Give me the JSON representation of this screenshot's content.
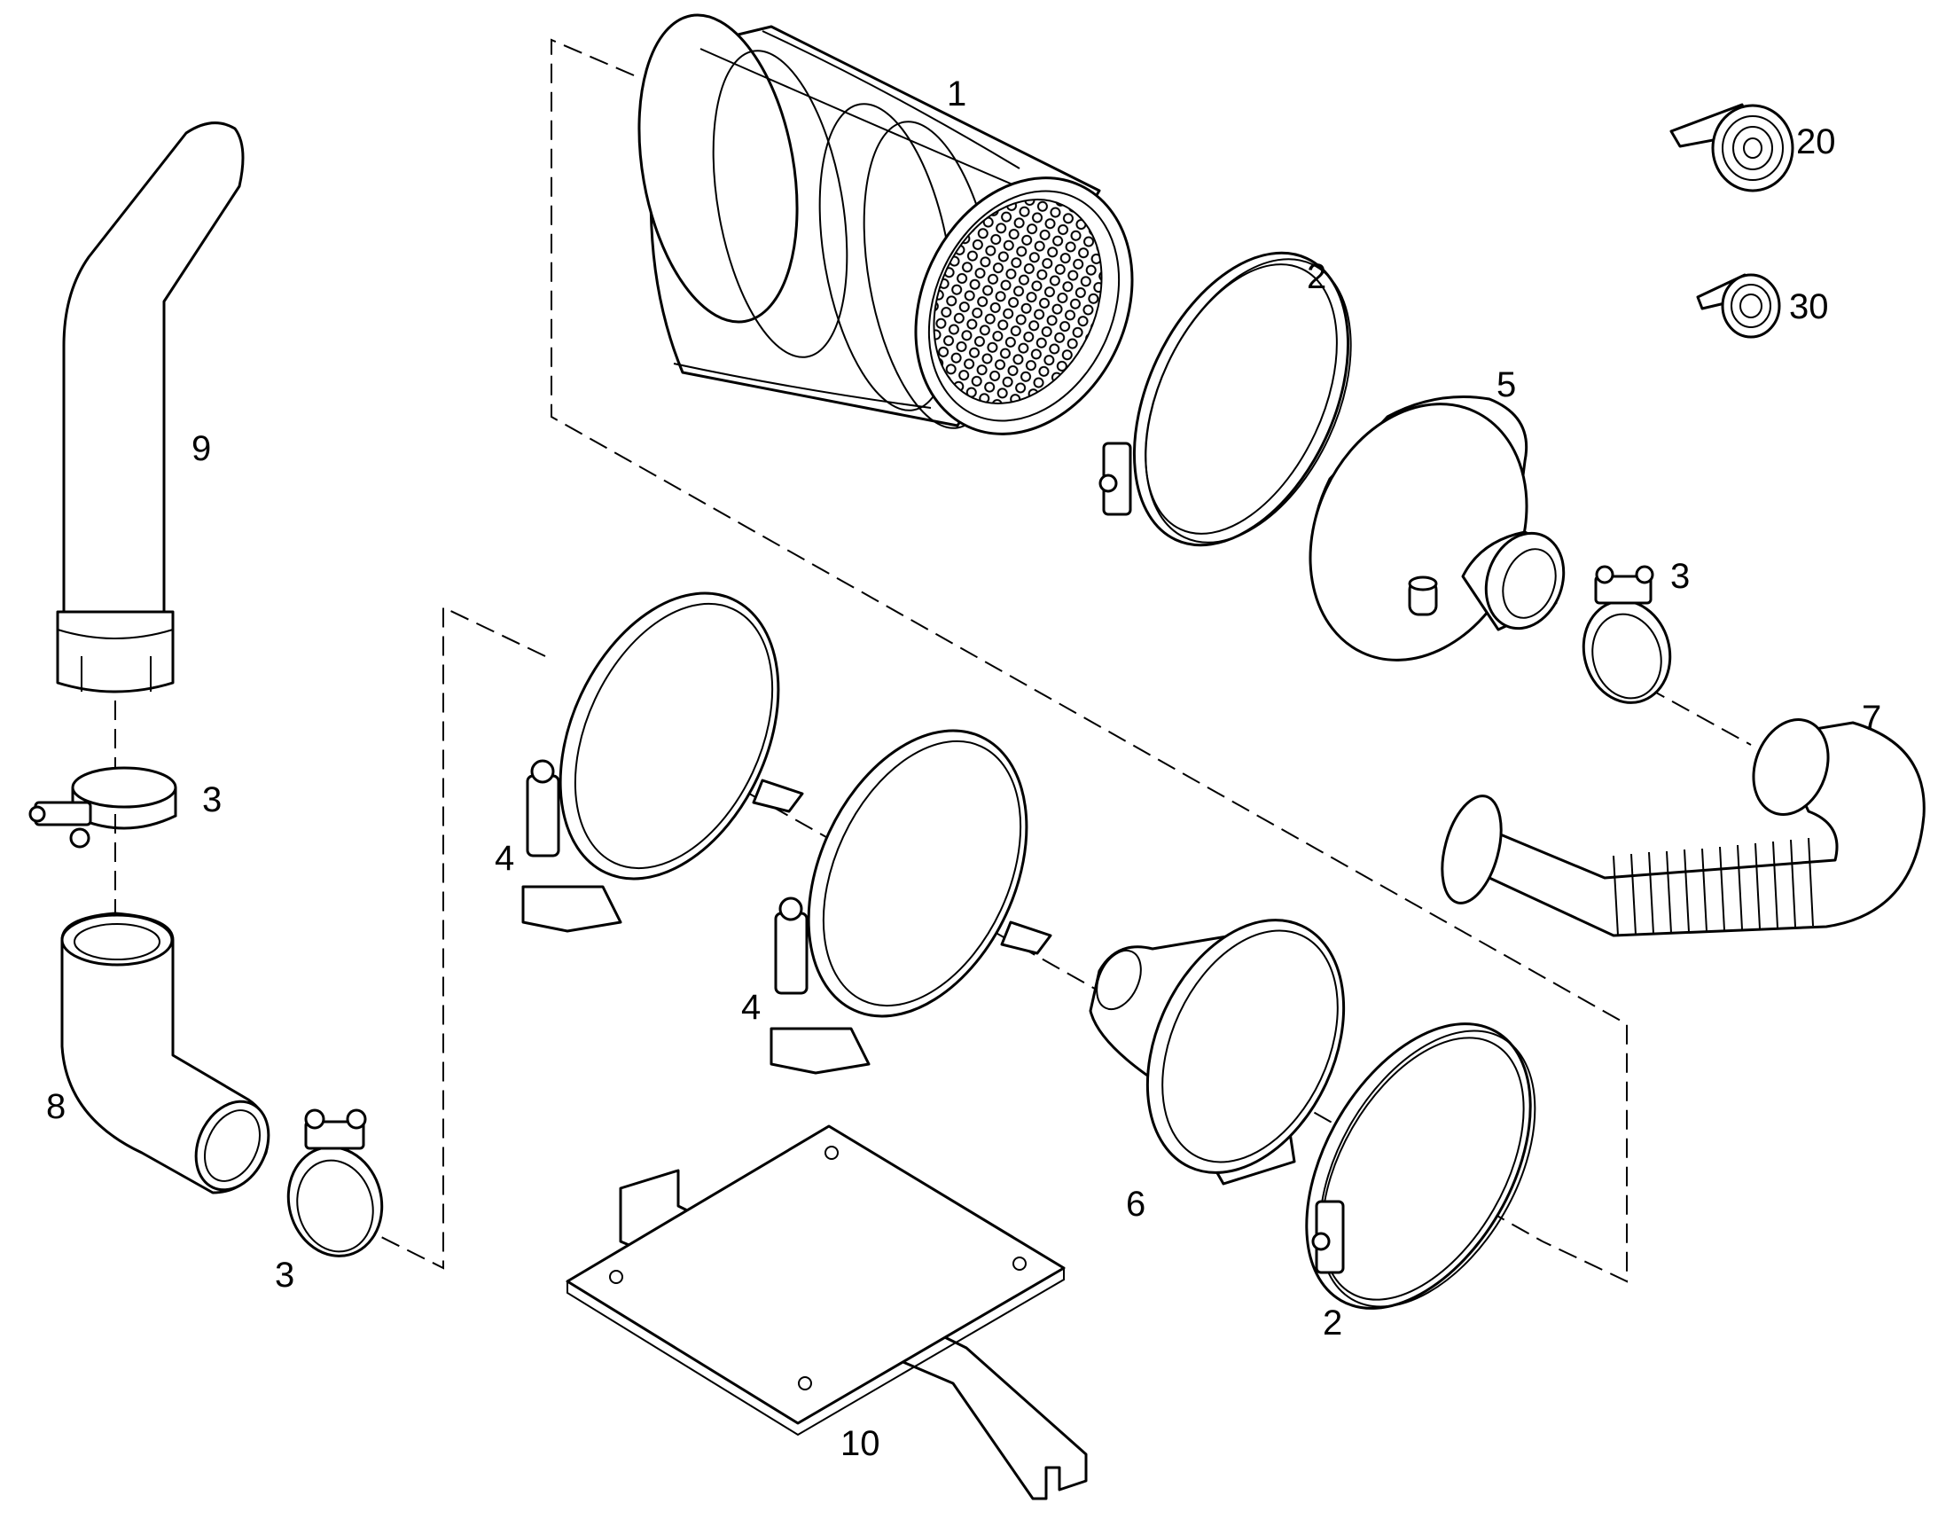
{
  "colors": {
    "line": "#000000",
    "background": "#ffffff"
  },
  "callouts": {
    "c1": "1",
    "c2a": "2",
    "c2b": "2",
    "c3a": "3",
    "c3b": "3",
    "c3c": "3",
    "c4a": "4",
    "c4b": "4",
    "c5": "5",
    "c6": "6",
    "c7": "7",
    "c8": "8",
    "c9": "9",
    "c10": "10",
    "c20": "20",
    "c30": "30"
  }
}
